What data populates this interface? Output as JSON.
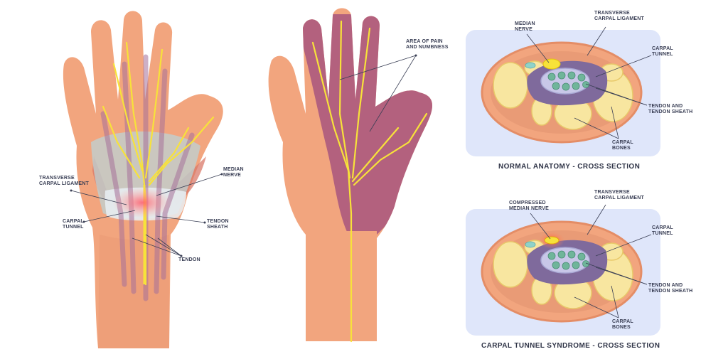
{
  "colors": {
    "skin": "#f2a57e",
    "skin_shadow": "#e48d66",
    "pain_area": "#b3617e",
    "nerve": "#f7e23a",
    "panel_bg": "#dfe6fa",
    "bone": "#f8e6a0",
    "tendon": "#6fb59a",
    "text": "#3a3f55"
  },
  "palm_view": {
    "labels": {
      "transverse_carpal_ligament": "TRANSVERSE\nCARPAL LIGAMENT",
      "median_nerve": "MEDIAN\nNERVE",
      "carpal_tunnel": "CARPAL\nTUNNEL",
      "tendon_sheath": "TENDON\nSHEATH",
      "tendon": "TENDON"
    }
  },
  "symptom_view": {
    "labels": {
      "area_of_pain": "AREA OF PAIN\nAND NUMBNESS"
    }
  },
  "normal_section": {
    "caption": "NORMAL ANATOMY - CROSS SECTION",
    "labels": {
      "median_nerve": "MEDIAN\nNERVE",
      "transverse_carpal_ligament": "TRANSVERSE\nCARPAL LIGAMENT",
      "carpal_tunnel": "CARPAL\nTUNNEL",
      "tendon_and_sheath": "TENDON AND\nTENDON SHEATH",
      "carpal_bones": "CARPAL\nBONES"
    }
  },
  "syndrome_section": {
    "caption": "CARPAL TUNNEL SYNDROME - CROSS SECTION",
    "labels": {
      "compressed_median_nerve": "COMPRESSED\nMEDIAN NERVE",
      "transverse_carpal_ligament": "TRANSVERSE\nCARPAL LIGAMENT",
      "carpal_tunnel": "CARPAL\nTUNNEL",
      "tendon_and_sheath": "TENDON AND\nTENDON SHEATH",
      "carpal_bones": "CARPAL\nBONES"
    }
  }
}
